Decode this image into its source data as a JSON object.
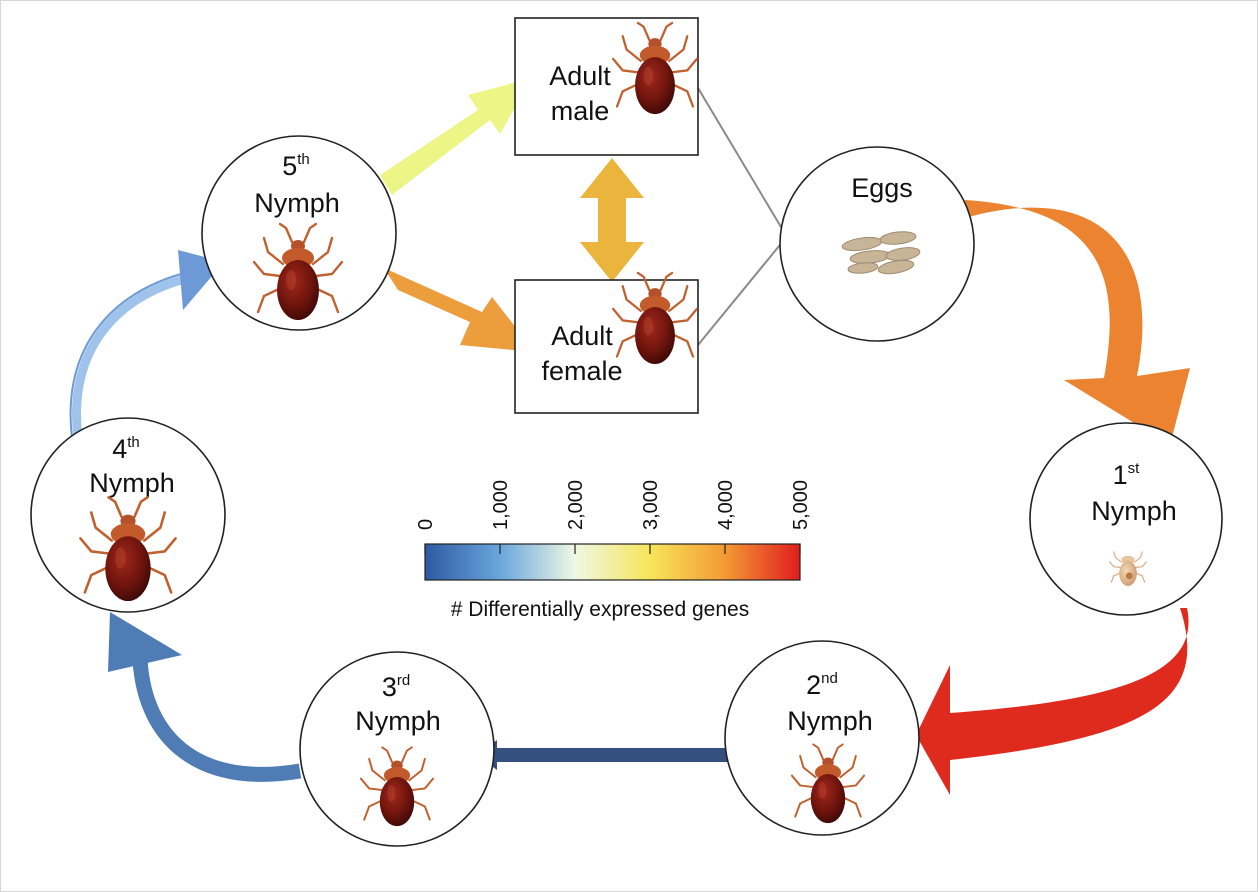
{
  "nodes": {
    "adult_male": {
      "line1": "Adult",
      "line2": "male"
    },
    "adult_female": {
      "line1": "Adult",
      "line2": "female"
    },
    "eggs": {
      "label": "Eggs"
    },
    "nymph1": {
      "ord": "1",
      "sup": "st",
      "label": "Nymph"
    },
    "nymph2": {
      "ord": "2",
      "sup": "nd",
      "label": "Nymph"
    },
    "nymph3": {
      "ord": "3",
      "sup": "rd",
      "label": "Nymph"
    },
    "nymph4": {
      "ord": "4",
      "sup": "th",
      "label": "Nymph"
    },
    "nymph5": {
      "ord": "5",
      "sup": "th",
      "label": "Nymph"
    }
  },
  "colorbar": {
    "ticks": [
      "0",
      "1,000",
      "2,000",
      "3,000",
      "4,000",
      "5,000"
    ],
    "title": "# Differentially expressed genes",
    "min": 0,
    "max": 5000,
    "stops": [
      "#2d5aa3",
      "#6aa6dc",
      "#eef8e4",
      "#f7e55a",
      "#f39a35",
      "#e01d1d"
    ]
  },
  "arrow_colors": {
    "eggs_to_nymph1": "#eb8330",
    "nymph1_to_nymph2": "#df2a1e",
    "nymph2_to_nymph3": "#34517e",
    "nymph3_to_nymph4": "#4f7cb5",
    "nymph4_to_nymph5": "#9fc3ea",
    "nymph4_to_nymph5_head": "#6d9ad6",
    "nymph5_to_male": "#edf587",
    "nymph5_to_female": "#ec9d3c",
    "male_female": "#ebb43c"
  }
}
